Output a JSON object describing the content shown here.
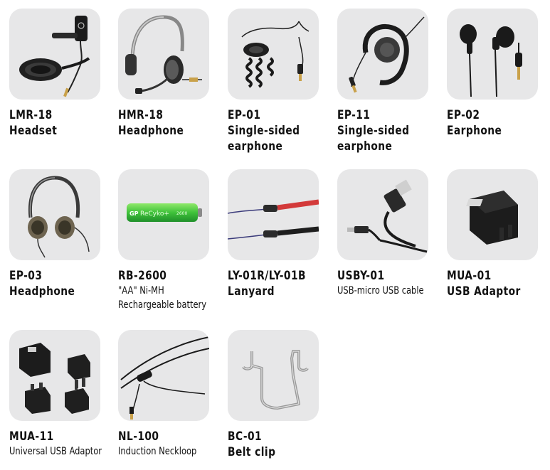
{
  "products": [
    {
      "code": "LMR-18",
      "desc": "Headset",
      "icon": "headset-icon"
    },
    {
      "code": "HMR-18",
      "desc": "Headphone",
      "icon": "headphone-mic-icon"
    },
    {
      "code": "EP-01",
      "desc": "Single-sided\nearphone",
      "icon": "coiled-earphone-icon"
    },
    {
      "code": "EP-11",
      "desc": "Single-sided\nearphone",
      "icon": "ear-hook-earphone-icon"
    },
    {
      "code": "EP-02",
      "desc": "Earphone",
      "icon": "earbuds-icon"
    },
    {
      "code": "EP-03",
      "desc": "Headphone",
      "icon": "headphone-icon"
    },
    {
      "code": "RB-2600",
      "desc": "\"AA\" Ni-MH\nRechargeable battery",
      "icon": "battery-icon"
    },
    {
      "code": "LY-01R/LY-01B",
      "desc": "Lanyard",
      "icon": "lanyard-icon"
    },
    {
      "code": "USBY-01",
      "desc": "USB-micro USB cable",
      "icon": "usb-cable-icon"
    },
    {
      "code": "MUA-01",
      "desc": "USB Adaptor",
      "icon": "usb-adaptor-icon"
    },
    {
      "code": "MUA-11",
      "desc": "Universal USB Adaptor",
      "icon": "universal-adaptor-icon"
    },
    {
      "code": "NL-100",
      "desc": "Induction Neckloop",
      "icon": "neckloop-icon"
    },
    {
      "code": "BC-01",
      "desc": "Belt clip",
      "icon": "belt-clip-icon"
    }
  ],
  "battery_label": {
    "brand": "GP",
    "name": "ReCyko+",
    "capacity": "2600"
  }
}
